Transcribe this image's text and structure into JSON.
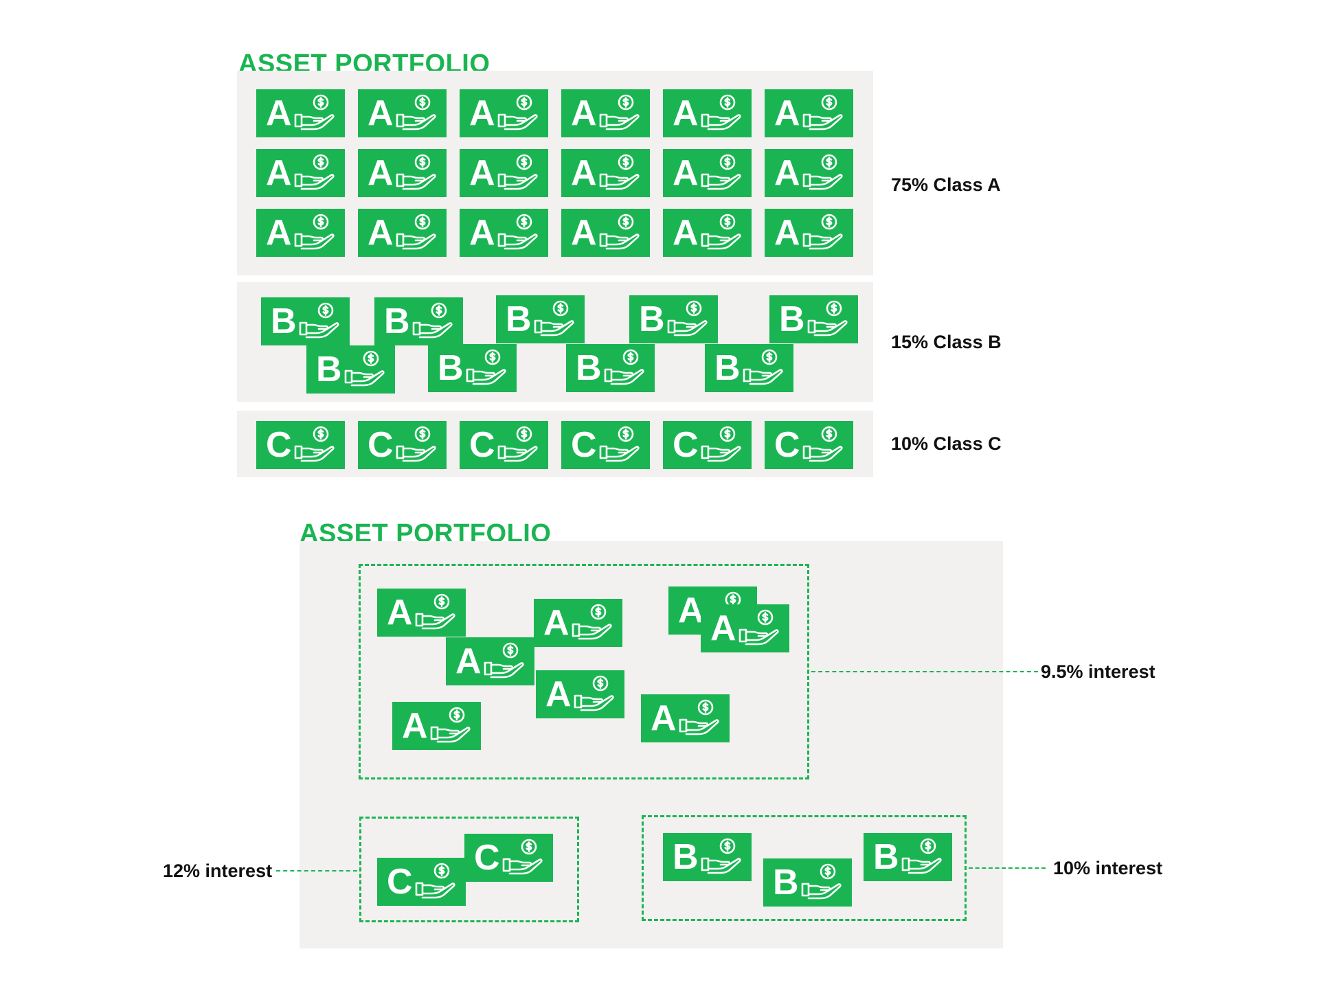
{
  "colors": {
    "accent": "#1ab552",
    "panel": "#f2f1f0",
    "text": "#111111",
    "card_text": "#ffffff"
  },
  "icons": {
    "card": "hand-holding-dollar-coin-icon"
  },
  "top": {
    "title": "ASSET PORTFOLIO",
    "class_a": {
      "letter": "A",
      "count": 18,
      "label": "75% Class A"
    },
    "class_b": {
      "letter": "B",
      "count": 9,
      "label": "15% Class B"
    },
    "class_c": {
      "letter": "C",
      "count": 6,
      "label": "10% Class C"
    }
  },
  "bottom": {
    "title": "ASSET PORTFOLIO",
    "group_a": {
      "letter": "A",
      "count": 8,
      "label": "9.5% interest"
    },
    "group_c": {
      "letter": "C",
      "count": 2,
      "label": "12% interest"
    },
    "group_b": {
      "letter": "B",
      "count": 3,
      "label": "10% interest"
    }
  }
}
